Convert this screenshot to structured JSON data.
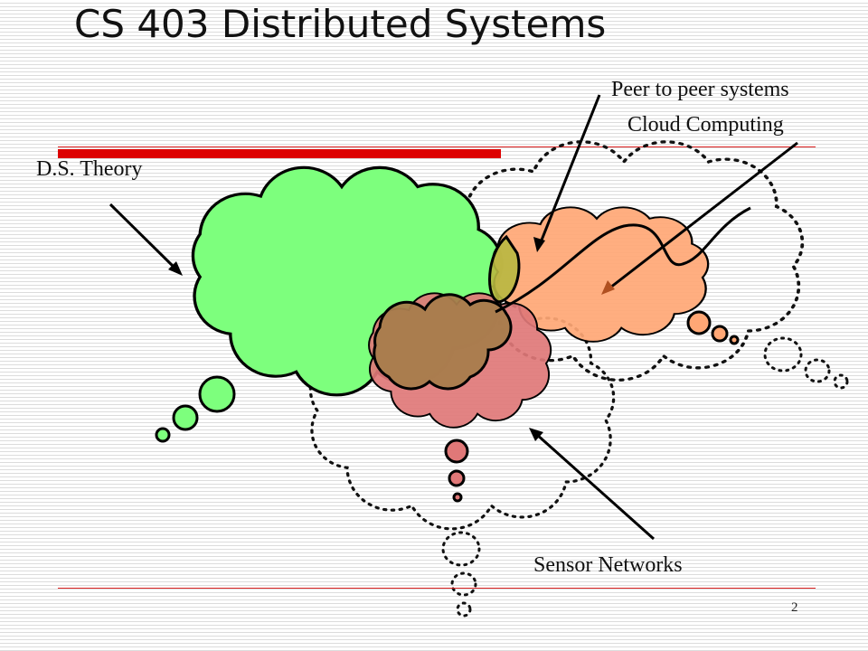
{
  "slide": {
    "title": "CS 403 Distributed Systems",
    "page_number": "2"
  },
  "labels": {
    "ds_theory": "D.S. Theory",
    "peer_to_peer": "Peer to peer systems",
    "cloud_computing": "Cloud Computing",
    "sensor_networks": "Sensor Networks"
  },
  "colors": {
    "title_bar": "#dd0000",
    "ds_theory_cloud": "#7dff7d",
    "p2p_cloud": "#ffa775",
    "sensor_cloud": "#e07878",
    "overlap_brown": "#a87c4c"
  }
}
